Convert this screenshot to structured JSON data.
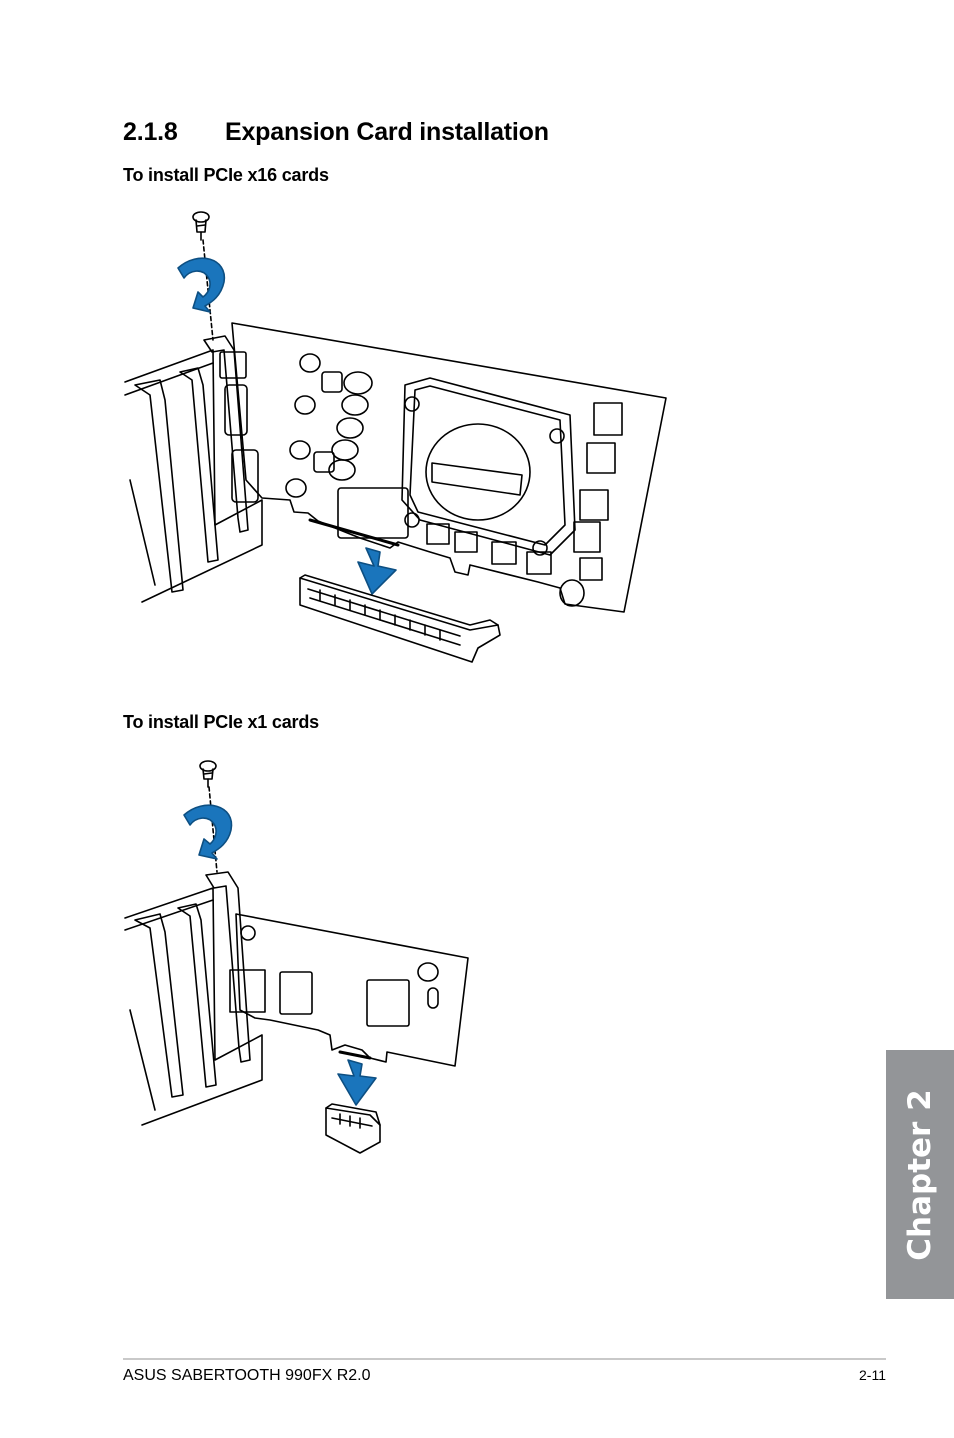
{
  "section": {
    "number": "2.1.8",
    "title": "Expansion Card installation"
  },
  "subsections": [
    {
      "heading": "To install PCIe x16 cards"
    },
    {
      "heading": "To install PCIe x1 cards"
    }
  ],
  "chapter_tab": {
    "label": "Chapter 2"
  },
  "footer": {
    "product": "ASUS SABERTOOTH 990FX R2.0",
    "page": "2-11"
  },
  "colors": {
    "arrow_blue": "#1a75bc",
    "tab_gray": "#939598",
    "rule_gray": "#c9c9c9"
  },
  "icons": [
    "screw-icon",
    "rotate-arrow-icon",
    "down-arrow-icon"
  ]
}
